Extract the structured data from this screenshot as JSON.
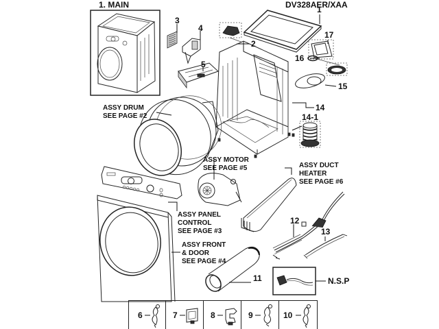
{
  "diagram": {
    "section_title": "1. MAIN",
    "model_number": "DV328AER/XAA",
    "part_callouts": [
      {
        "id": "p1",
        "label": "1",
        "part": "top-cover"
      },
      {
        "id": "p2",
        "label": "2",
        "part": "top-bracket"
      },
      {
        "id": "p3",
        "label": "3",
        "part": "filter-cover"
      },
      {
        "id": "p4",
        "label": "4",
        "part": "hinge-bracket"
      },
      {
        "id": "p5",
        "label": "5",
        "part": "control-frame"
      },
      {
        "id": "p11",
        "label": "11",
        "part": "exhaust-duct"
      },
      {
        "id": "p12",
        "label": "12",
        "part": "main-wire-harness"
      },
      {
        "id": "p13",
        "label": "13",
        "part": "sub-wire-harness"
      },
      {
        "id": "p14",
        "label": "14",
        "part": "cabinet"
      },
      {
        "id": "p14_1",
        "label": "14-1",
        "part": "leveling-foot"
      },
      {
        "id": "p15",
        "label": "15",
        "part": "rear-duct-cover"
      },
      {
        "id": "p16",
        "label": "16",
        "part": "gasket"
      },
      {
        "id": "p17",
        "label": "17",
        "part": "back-panel-cover"
      }
    ],
    "assembly_refs": [
      {
        "id": "drum",
        "text": "ASSY DRUM\nSEE PAGE #2"
      },
      {
        "id": "motor",
        "text": "ASSY MOTOR\nSEE PAGE #5"
      },
      {
        "id": "duct_heater",
        "text": "ASSY DUCT\nHEATER\nSEE PAGE #6"
      },
      {
        "id": "panel_control",
        "text": "ASSY PANEL\nCONTROL\nSEE PAGE #3"
      },
      {
        "id": "front_door",
        "text": "ASSY FRONT\n& DOOR\nSEE PAGE #4"
      }
    ],
    "nsp_label": "N.S.P",
    "clip_row": [
      {
        "label": "6",
        "part": "wire-clamp"
      },
      {
        "label": "7",
        "part": "wire-holder"
      },
      {
        "label": "8",
        "part": "cable-clip"
      },
      {
        "label": "9",
        "part": "wire-clamp"
      },
      {
        "label": "10",
        "part": "wire-clamp"
      }
    ]
  }
}
